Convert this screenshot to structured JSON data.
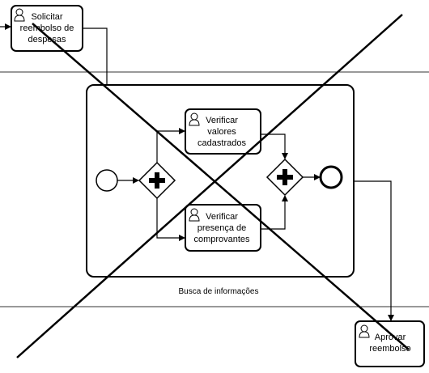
{
  "diagram": {
    "tasks": [
      {
        "id": "solicitar",
        "lines": [
          "Solicitar",
          "reembolso de",
          "despesas"
        ]
      },
      {
        "id": "verificar-valores",
        "lines": [
          "Verificar",
          "valores",
          "cadastrados"
        ]
      },
      {
        "id": "verificar-presenca",
        "lines": [
          "Verificar",
          "presença de",
          "comprovantes"
        ]
      },
      {
        "id": "aprovar",
        "lines": [
          "Aprovar",
          "reembolso"
        ]
      }
    ],
    "subprocess_label": "Busca de informações",
    "gateway_type": "parallel",
    "crossed_out": true
  }
}
